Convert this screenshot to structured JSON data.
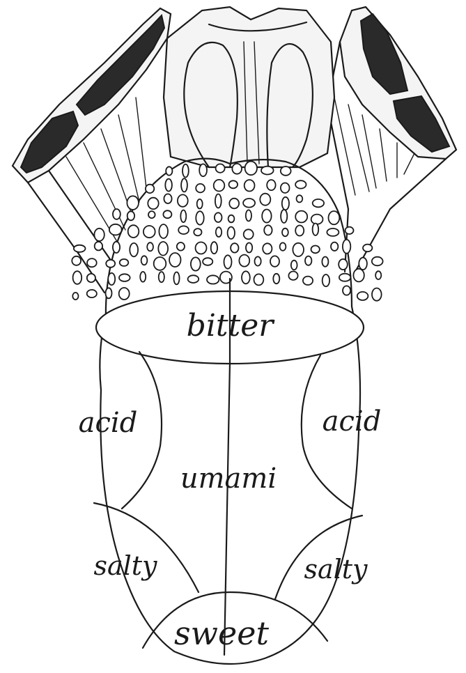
{
  "diagram": {
    "regions": [
      {
        "key": "bitter",
        "label": "bitter"
      },
      {
        "key": "acid_left",
        "label": "acid"
      },
      {
        "key": "acid_right",
        "label": "acid"
      },
      {
        "key": "umami",
        "label": "umami"
      },
      {
        "key": "salty_left",
        "label": "salty"
      },
      {
        "key": "salty_right",
        "label": "salty"
      },
      {
        "key": "sweet",
        "label": "sweet"
      }
    ]
  }
}
